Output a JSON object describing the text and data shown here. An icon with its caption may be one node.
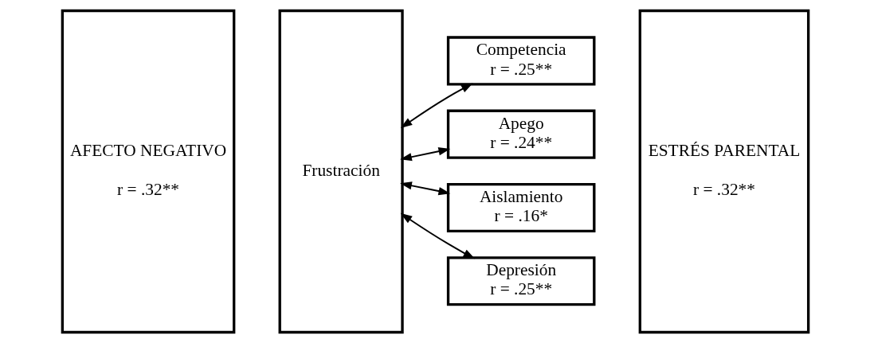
{
  "diagram": {
    "nodes": [
      {
        "text": [
          "AFECTO NEGATIVO",
          "r = .32**"
        ]
      },
      {
        "text": [
          "Frustración"
        ]
      },
      {
        "text": [
          "Competencia",
          "r = .25**"
        ]
      },
      {
        "text": [
          "Apego",
          "r = .24**"
        ]
      },
      {
        "text": [
          "Aislamiento",
          "r = .16*"
        ]
      },
      {
        "text": [
          "Depresión",
          "r = .25**"
        ]
      },
      {
        "text": [
          "ESTRÉS PARENTAL",
          "r = .32**"
        ]
      }
    ],
    "edges": [
      {
        "from": 1,
        "to": 2,
        "arrow": "both"
      },
      {
        "from": 1,
        "to": 3,
        "arrow": "both"
      },
      {
        "from": 1,
        "to": 4,
        "arrow": "both"
      },
      {
        "from": 1,
        "to": 5,
        "arrow": "both"
      }
    ]
  }
}
